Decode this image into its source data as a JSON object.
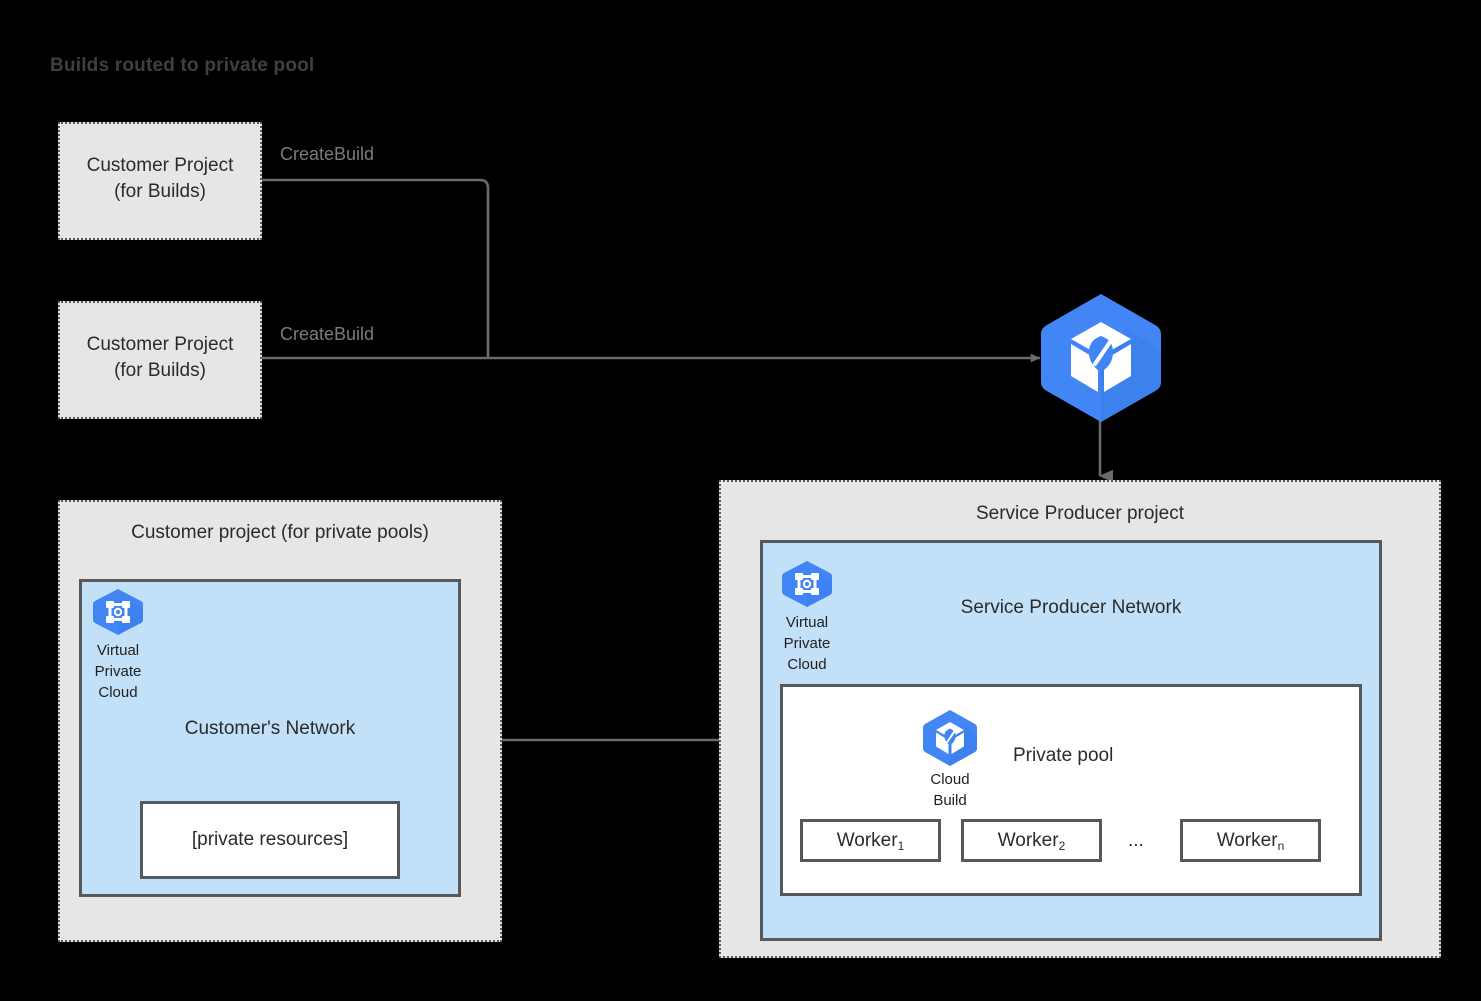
{
  "title": "Builds routed to private pool",
  "colors": {
    "google_blue": "#4285F4",
    "hex_shadow": "#3A7DEB",
    "panel_gray": "#e6e6e6",
    "network_blue": "#c2e0f7",
    "border_gray": "#56595c",
    "text_dark": "#2b2b2b",
    "label_gray": "#7b7b7b",
    "title_gray": "#3c4043",
    "connector_gray": "#6b6b6b",
    "background": "#000000"
  },
  "customer_build_projects": [
    {
      "line1": "Customer Project",
      "line2": "(for Builds)",
      "edge_label": "CreateBuild"
    },
    {
      "line1": "Customer Project",
      "line2": "(for Builds)",
      "edge_label": "CreateBuild"
    }
  ],
  "cloud_build_service": {
    "icon": "cloud-build-icon",
    "name": "Cloud Build"
  },
  "customer_private_pool_project": {
    "heading": "Customer project (for private pools)",
    "network": {
      "label": "Customer's Network",
      "vpc_icon": "virtual-private-cloud-icon",
      "vpc_caption": [
        "Virtual",
        "Private",
        "Cloud"
      ],
      "resources_box": "[private resources]"
    }
  },
  "service_producer_project": {
    "heading": "Service Producer project",
    "network": {
      "label": "Service Producer Network",
      "vpc_icon": "virtual-private-cloud-icon",
      "vpc_caption": [
        "Virtual",
        "Private",
        "Cloud"
      ]
    },
    "private_pool": {
      "label": "Private pool",
      "cloud_build_icon": "cloud-build-icon",
      "cloud_build_caption": [
        "Cloud",
        "Build"
      ],
      "workers": [
        {
          "name": "Worker",
          "index": "1"
        },
        {
          "name": "Worker",
          "index": "2"
        },
        {
          "name": "Worker",
          "index": "n"
        }
      ],
      "ellipsis": "..."
    }
  },
  "connectors": [
    {
      "name": "createbuild-top-to-cloudbuild",
      "style": "elbow-arrow"
    },
    {
      "name": "createbuild-bottom-to-cloudbuild",
      "style": "straight-arrow"
    },
    {
      "name": "cloudbuild-to-service-producer",
      "style": "down-arrow"
    },
    {
      "name": "customer-network-to-producer-network",
      "style": "double-arrow"
    }
  ]
}
